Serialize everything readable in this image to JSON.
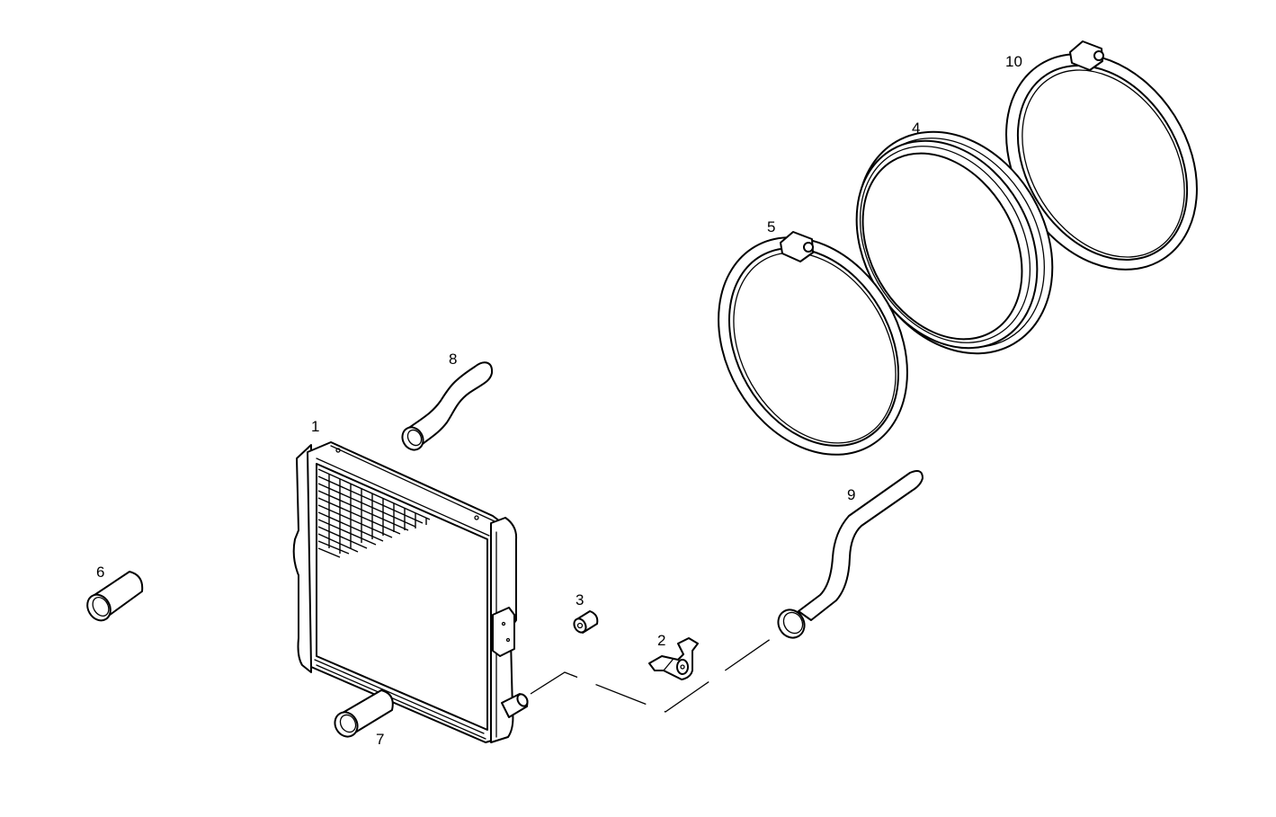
{
  "diagram": {
    "type": "exploded-parts-view",
    "subject": "radiator assembly with hoses and clamps",
    "line_color": "#000000",
    "background": "#ffffff",
    "callouts": [
      {
        "id": "1",
        "label": "1",
        "part": "radiator"
      },
      {
        "id": "2",
        "label": "2",
        "part": "mounting bracket"
      },
      {
        "id": "3",
        "label": "3",
        "part": "rubber bushing"
      },
      {
        "id": "4",
        "label": "4",
        "part": "ring seal / shroud ring"
      },
      {
        "id": "5",
        "label": "5",
        "part": "hose clamp"
      },
      {
        "id": "6",
        "label": "6",
        "part": "straight hose sleeve"
      },
      {
        "id": "7",
        "label": "7",
        "part": "lower hose sleeve"
      },
      {
        "id": "8",
        "label": "8",
        "part": "curved upper hose"
      },
      {
        "id": "9",
        "label": "9",
        "part": "bent pipe / hose"
      },
      {
        "id": "10",
        "label": "10",
        "part": "hose clamp"
      }
    ]
  }
}
